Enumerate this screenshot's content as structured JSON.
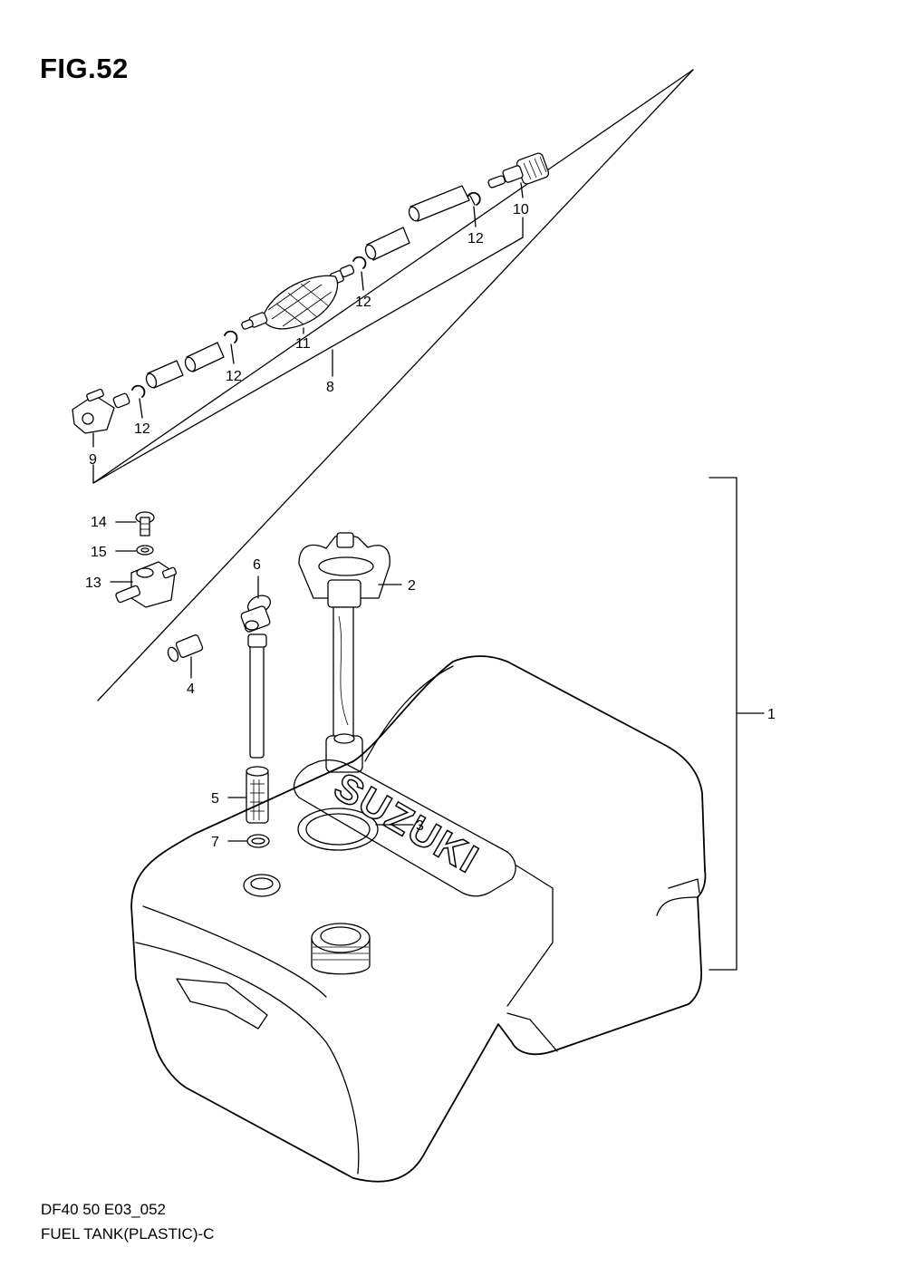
{
  "header": {
    "figure": "FIG.52"
  },
  "footer": {
    "code": "DF40 50 E03_052",
    "caption": "FUEL TANK(PLASTIC)-C"
  },
  "tank_embossing": "SUZUKI",
  "callouts": {
    "c1": "1",
    "c2": "2",
    "c3": "3",
    "c4": "4",
    "c5": "5",
    "c6": "6",
    "c7": "7",
    "c8": "8",
    "c9": "9",
    "c10": "10",
    "c11": "11",
    "c12a": "12",
    "c12b": "12",
    "c12c": "12",
    "c12d": "12",
    "c13": "13",
    "c14": "14",
    "c15": "15"
  }
}
